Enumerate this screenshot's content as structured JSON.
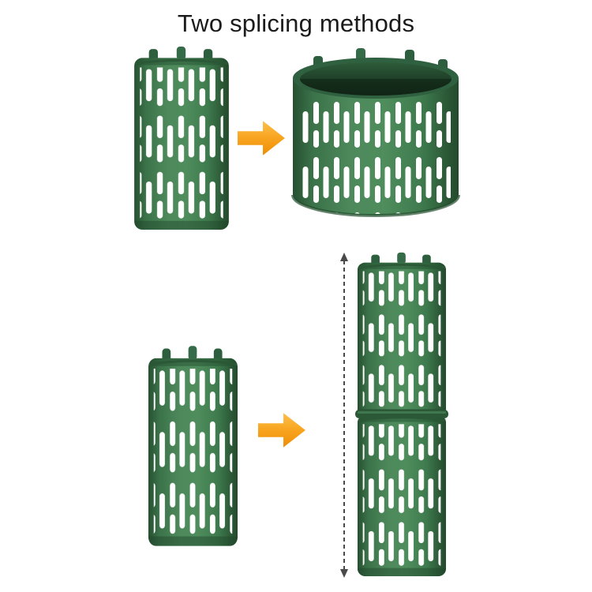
{
  "title": "Two splicing methods",
  "colors": {
    "plastic_green": "#4d895b",
    "plastic_green_dark": "#265031",
    "rim_green": "#2f6140",
    "arrow_orange": "#f8a41f",
    "measure_line": "#4a4a4a",
    "background": "#ffffff",
    "title_text": "#1b1b1b"
  },
  "icons": {
    "arrow_right": "orange-right-arrow",
    "height_measure": "vertical-dashed-double-arrow"
  }
}
